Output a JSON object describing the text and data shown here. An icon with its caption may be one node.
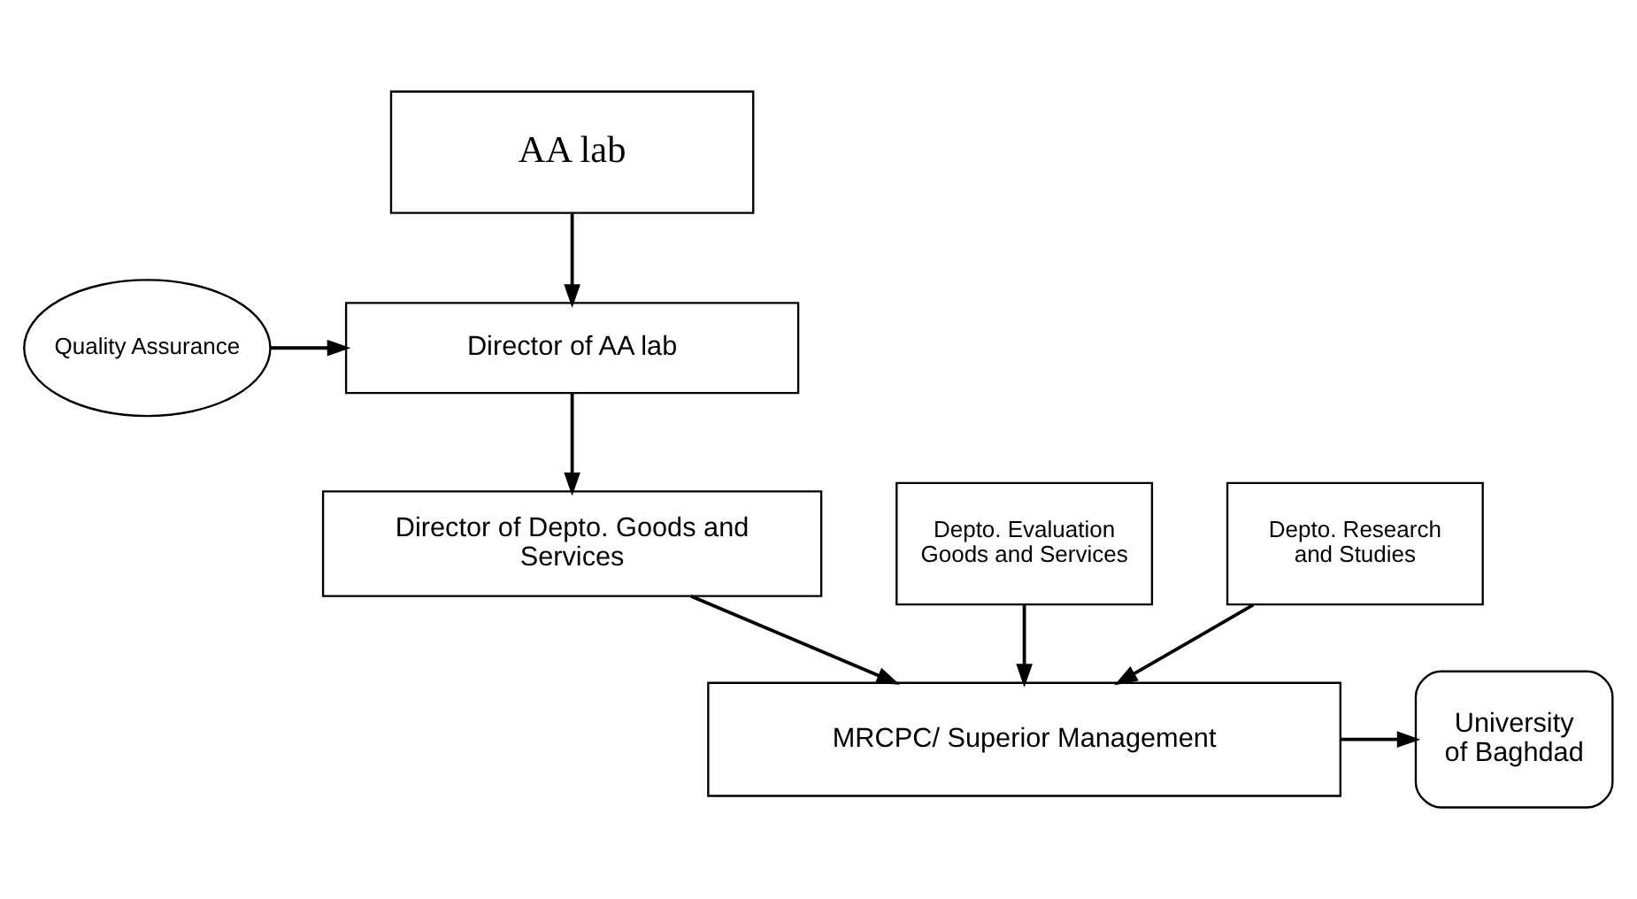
{
  "diagram": {
    "nodes": [
      {
        "text": [
          "AA lab"
        ]
      },
      {
        "text": [
          "Director of AA lab"
        ]
      },
      {
        "text": [
          "Quality Assurance"
        ]
      },
      {
        "text": [
          "Director of Depto. Goods and Services"
        ]
      },
      {
        "text": [
          "Depto. Evaluation Goods and Services"
        ]
      },
      {
        "text": [
          "MRCPC/ Superior Management"
        ]
      },
      {
        "text": [
          "University of Baghdad"
        ]
      },
      {
        "text": [
          "Depto. Research and Studies"
        ]
      }
    ],
    "edges": [
      {
        "from": 0,
        "to": 1,
        "arrow": "to"
      },
      {
        "from": 2,
        "to": 1,
        "arrow": "to"
      },
      {
        "from": 1,
        "to": 3,
        "arrow": "to"
      },
      {
        "from": 3,
        "to": 5,
        "arrow": "to"
      },
      {
        "from": 4,
        "to": 5,
        "arrow": "to"
      },
      {
        "from": 7,
        "to": 5,
        "arrow": "to"
      },
      {
        "from": 5,
        "to": 6,
        "arrow": "to"
      }
    ]
  }
}
